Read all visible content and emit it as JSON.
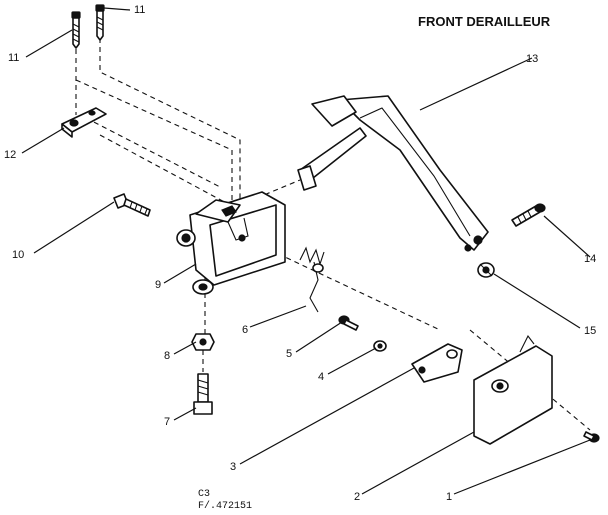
{
  "title": "FRONT DERAILLEUR",
  "callouts": [
    "1",
    "2",
    "3",
    "4",
    "5",
    "6",
    "7",
    "8",
    "9",
    "10",
    "11",
    "11",
    "12",
    "13",
    "14",
    "15"
  ],
  "footer": {
    "line1": "C3",
    "line2": "F/.472151"
  }
}
